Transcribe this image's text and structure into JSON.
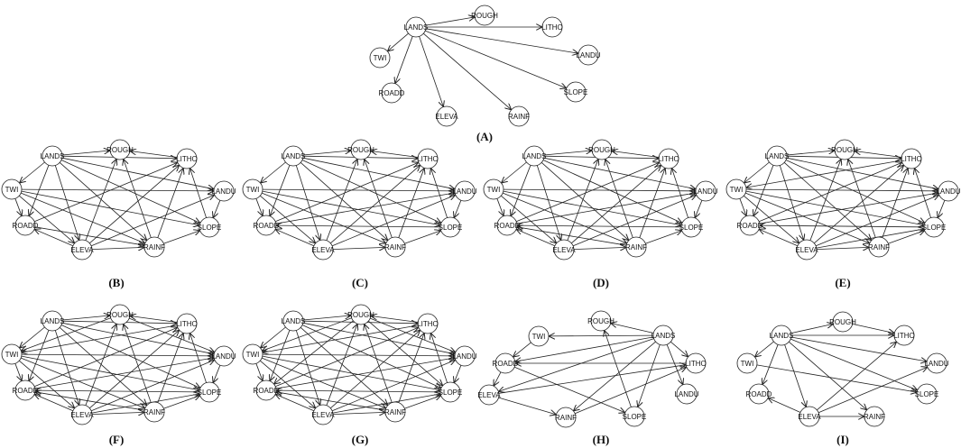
{
  "nodes": {
    "LANDS": "LANDS",
    "ROUGH": "ROUGH",
    "LITHO": "LITHO",
    "TWI": "TWI",
    "LANDU": "LANDU",
    "ROADD": "ROADD",
    "SLOPE": "SLOPE",
    "ELEVA": "ELEVA",
    "RAINF": "RAINF"
  },
  "panels": [
    {
      "id": "A",
      "label": "(A)",
      "edges": [
        [
          "LANDS",
          "ROUGH"
        ],
        [
          "LANDS",
          "LITHO"
        ],
        [
          "LANDS",
          "TWI"
        ],
        [
          "LANDS",
          "LANDU"
        ],
        [
          "LANDS",
          "ROADD"
        ],
        [
          "LANDS",
          "ELEVA"
        ],
        [
          "LANDS",
          "RAINF"
        ],
        [
          "LANDS",
          "SLOPE"
        ]
      ]
    },
    {
      "id": "B",
      "label": "(B)",
      "edges": [
        [
          "LANDS",
          "ROUGH"
        ],
        [
          "LITHO",
          "ROUGH"
        ],
        [
          "LANDS",
          "LITHO"
        ],
        [
          "LANDS",
          "TWI"
        ],
        [
          "LANDS",
          "LANDU"
        ],
        [
          "LANDS",
          "ROADD"
        ],
        [
          "LANDS",
          "ELEVA"
        ],
        [
          "LANDS",
          "RAINF"
        ],
        [
          "LANDS",
          "SLOPE"
        ],
        [
          "TWI",
          "ROADD"
        ],
        [
          "TWI",
          "LANDU"
        ],
        [
          "TWI",
          "ELEVA"
        ],
        [
          "TWI",
          "RAINF"
        ],
        [
          "TWI",
          "SLOPE"
        ],
        [
          "ROADD",
          "LITHO"
        ],
        [
          "ELEVA",
          "ROADD"
        ],
        [
          "ELEVA",
          "LITHO"
        ],
        [
          "RAINF",
          "ROUGH"
        ],
        [
          "RAINF",
          "LITHO"
        ],
        [
          "ELEVA",
          "ROUGH"
        ],
        [
          "SLOPE",
          "LITHO"
        ],
        [
          "LANDU",
          "SLOPE"
        ],
        [
          "RAINF",
          "SLOPE"
        ],
        [
          "ELEVA",
          "LANDU"
        ],
        [
          "ELEVA",
          "RAINF"
        ],
        [
          "ROADD",
          "RAINF"
        ]
      ]
    },
    {
      "id": "C",
      "label": "(C)",
      "edges": [
        [
          "LANDS",
          "ROUGH"
        ],
        [
          "LITHO",
          "ROUGH"
        ],
        [
          "LANDS",
          "LITHO"
        ],
        [
          "LANDS",
          "TWI"
        ],
        [
          "LANDS",
          "LANDU"
        ],
        [
          "LANDS",
          "ROADD"
        ],
        [
          "LANDS",
          "ELEVA"
        ],
        [
          "LANDS",
          "RAINF"
        ],
        [
          "LANDS",
          "SLOPE"
        ],
        [
          "TWI",
          "ROADD"
        ],
        [
          "TWI",
          "LANDU"
        ],
        [
          "TWI",
          "ELEVA"
        ],
        [
          "TWI",
          "RAINF"
        ],
        [
          "TWI",
          "SLOPE"
        ],
        [
          "ROADD",
          "LITHO"
        ],
        [
          "ELEVA",
          "ROADD"
        ],
        [
          "ELEVA",
          "LITHO"
        ],
        [
          "RAINF",
          "ROUGH"
        ],
        [
          "RAINF",
          "LITHO"
        ],
        [
          "ELEVA",
          "ROUGH"
        ],
        [
          "SLOPE",
          "LITHO"
        ],
        [
          "LANDU",
          "SLOPE"
        ],
        [
          "RAINF",
          "SLOPE"
        ],
        [
          "ELEVA",
          "LANDU"
        ],
        [
          "SLOPE",
          "ROADD"
        ],
        [
          "ROADD",
          "LANDU"
        ],
        [
          "ELEVA",
          "RAINF"
        ]
      ]
    },
    {
      "id": "D",
      "label": "(D)",
      "edges": [
        [
          "LANDS",
          "ROUGH"
        ],
        [
          "LITHO",
          "ROUGH"
        ],
        [
          "LANDS",
          "LITHO"
        ],
        [
          "LANDS",
          "TWI"
        ],
        [
          "LANDS",
          "LANDU"
        ],
        [
          "LANDS",
          "ROADD"
        ],
        [
          "LANDS",
          "ELEVA"
        ],
        [
          "LANDS",
          "RAINF"
        ],
        [
          "LANDS",
          "SLOPE"
        ],
        [
          "TWI",
          "ROADD"
        ],
        [
          "TWI",
          "LANDU"
        ],
        [
          "TWI",
          "ELEVA"
        ],
        [
          "TWI",
          "RAINF"
        ],
        [
          "TWI",
          "SLOPE"
        ],
        [
          "ROADD",
          "LITHO"
        ],
        [
          "ELEVA",
          "ROADD"
        ],
        [
          "ELEVA",
          "LITHO"
        ],
        [
          "RAINF",
          "ROUGH"
        ],
        [
          "RAINF",
          "LITHO"
        ],
        [
          "ELEVA",
          "ROUGH"
        ],
        [
          "SLOPE",
          "LITHO"
        ],
        [
          "LANDU",
          "SLOPE"
        ],
        [
          "RAINF",
          "SLOPE"
        ],
        [
          "ELEVA",
          "LANDU"
        ],
        [
          "SLOPE",
          "ROADD"
        ],
        [
          "ROADD",
          "LANDU"
        ],
        [
          "ELEVA",
          "RAINF"
        ],
        [
          "RAINF",
          "ROADD"
        ]
      ]
    },
    {
      "id": "E",
      "label": "(E)",
      "edges": [
        [
          "LANDS",
          "ROUGH"
        ],
        [
          "LITHO",
          "ROUGH"
        ],
        [
          "LANDS",
          "LITHO"
        ],
        [
          "LANDS",
          "TWI"
        ],
        [
          "LANDS",
          "LANDU"
        ],
        [
          "LANDS",
          "ROADD"
        ],
        [
          "LANDS",
          "ELEVA"
        ],
        [
          "LANDS",
          "RAINF"
        ],
        [
          "LANDS",
          "SLOPE"
        ],
        [
          "LITHO",
          "TWI"
        ],
        [
          "TWI",
          "ROADD"
        ],
        [
          "TWI",
          "LANDU"
        ],
        [
          "TWI",
          "ELEVA"
        ],
        [
          "TWI",
          "RAINF"
        ],
        [
          "TWI",
          "SLOPE"
        ],
        [
          "ROADD",
          "LITHO"
        ],
        [
          "ELEVA",
          "ROADD"
        ],
        [
          "ELEVA",
          "LITHO"
        ],
        [
          "RAINF",
          "ROUGH"
        ],
        [
          "RAINF",
          "LITHO"
        ],
        [
          "ELEVA",
          "ROUGH"
        ],
        [
          "SLOPE",
          "LITHO"
        ],
        [
          "LANDU",
          "SLOPE"
        ],
        [
          "RAINF",
          "SLOPE"
        ],
        [
          "ELEVA",
          "LANDU"
        ],
        [
          "SLOPE",
          "ROADD"
        ],
        [
          "ROADD",
          "LANDU"
        ],
        [
          "ELEVA",
          "RAINF"
        ],
        [
          "ELEVA",
          "SLOPE"
        ]
      ]
    },
    {
      "id": "F",
      "label": "(F)",
      "edges": [
        [
          "LANDS",
          "ROUGH"
        ],
        [
          "LITHO",
          "ROUGH"
        ],
        [
          "LANDS",
          "LITHO"
        ],
        [
          "LANDS",
          "TWI"
        ],
        [
          "LANDS",
          "LANDU"
        ],
        [
          "LANDS",
          "ROADD"
        ],
        [
          "LANDS",
          "ELEVA"
        ],
        [
          "LANDS",
          "RAINF"
        ],
        [
          "LANDS",
          "SLOPE"
        ],
        [
          "ROUGH",
          "TWI"
        ],
        [
          "ROUGH",
          "LANDU"
        ],
        [
          "LITHO",
          "TWI"
        ],
        [
          "TWI",
          "ROADD"
        ],
        [
          "TWI",
          "LANDU"
        ],
        [
          "TWI",
          "ELEVA"
        ],
        [
          "TWI",
          "RAINF"
        ],
        [
          "TWI",
          "SLOPE"
        ],
        [
          "ROADD",
          "LITHO"
        ],
        [
          "ELEVA",
          "ROADD"
        ],
        [
          "ELEVA",
          "LITHO"
        ],
        [
          "RAINF",
          "ROUGH"
        ],
        [
          "RAINF",
          "LITHO"
        ],
        [
          "ELEVA",
          "ROUGH"
        ],
        [
          "SLOPE",
          "LITHO"
        ],
        [
          "LANDU",
          "SLOPE"
        ],
        [
          "RAINF",
          "SLOPE"
        ],
        [
          "ELEVA",
          "LANDU"
        ],
        [
          "SLOPE",
          "ROADD"
        ],
        [
          "ROADD",
          "LANDU"
        ],
        [
          "ELEVA",
          "RAINF"
        ],
        [
          "ELEVA",
          "SLOPE"
        ],
        [
          "RAINF",
          "ROADD"
        ]
      ]
    },
    {
      "id": "G",
      "label": "(G)",
      "edges": [
        [
          "LANDS",
          "ROUGH"
        ],
        [
          "LITHO",
          "ROUGH"
        ],
        [
          "LANDS",
          "LITHO"
        ],
        [
          "LANDS",
          "TWI"
        ],
        [
          "LANDS",
          "LANDU"
        ],
        [
          "LANDS",
          "ROADD"
        ],
        [
          "LANDS",
          "ELEVA"
        ],
        [
          "LANDS",
          "RAINF"
        ],
        [
          "LANDS",
          "SLOPE"
        ],
        [
          "ROUGH",
          "TWI"
        ],
        [
          "ROUGH",
          "LANDU"
        ],
        [
          "ROUGH",
          "ROADD"
        ],
        [
          "ROUGH",
          "SLOPE"
        ],
        [
          "LITHO",
          "TWI"
        ],
        [
          "TWI",
          "ROADD"
        ],
        [
          "TWI",
          "LANDU"
        ],
        [
          "TWI",
          "ELEVA"
        ],
        [
          "TWI",
          "RAINF"
        ],
        [
          "TWI",
          "SLOPE"
        ],
        [
          "ROADD",
          "LITHO"
        ],
        [
          "ELEVA",
          "ROADD"
        ],
        [
          "ELEVA",
          "LITHO"
        ],
        [
          "RAINF",
          "ROUGH"
        ],
        [
          "RAINF",
          "LITHO"
        ],
        [
          "ELEVA",
          "ROUGH"
        ],
        [
          "SLOPE",
          "LITHO"
        ],
        [
          "LANDU",
          "SLOPE"
        ],
        [
          "RAINF",
          "SLOPE"
        ],
        [
          "ELEVA",
          "LANDU"
        ],
        [
          "SLOPE",
          "ROADD"
        ],
        [
          "ROADD",
          "LANDU"
        ],
        [
          "ELEVA",
          "RAINF"
        ],
        [
          "ELEVA",
          "SLOPE"
        ],
        [
          "RAINF",
          "ROADD"
        ]
      ]
    },
    {
      "id": "H",
      "label": "(H)",
      "edges": [
        [
          "LANDS",
          "ROUGH"
        ],
        [
          "LANDS",
          "TWI"
        ],
        [
          "LANDS",
          "LITHO"
        ],
        [
          "LANDS",
          "LANDU"
        ],
        [
          "LANDS",
          "ROADD"
        ],
        [
          "LANDS",
          "ELEVA"
        ],
        [
          "LANDS",
          "RAINF"
        ],
        [
          "LANDS",
          "SLOPE"
        ],
        [
          "TWI",
          "ROADD"
        ],
        [
          "LITHO",
          "ROADD"
        ],
        [
          "ROADD",
          "ELEVA"
        ],
        [
          "ELEVA",
          "RAINF"
        ],
        [
          "ELEVA",
          "LITHO"
        ],
        [
          "RAINF",
          "LITHO"
        ],
        [
          "SLOPE",
          "ROUGH"
        ],
        [
          "ROADD",
          "SLOPE"
        ]
      ]
    },
    {
      "id": "I",
      "label": "(I)",
      "edges": [
        [
          "LANDS",
          "ROUGH"
        ],
        [
          "LANDS",
          "LITHO"
        ],
        [
          "LANDS",
          "TWI"
        ],
        [
          "LANDS",
          "LANDU"
        ],
        [
          "LANDS",
          "ROADD"
        ],
        [
          "LANDS",
          "ELEVA"
        ],
        [
          "LANDS",
          "RAINF"
        ],
        [
          "LANDS",
          "SLOPE"
        ],
        [
          "TWI",
          "SLOPE"
        ],
        [
          "ELEVA",
          "ROADD"
        ],
        [
          "ELEVA",
          "RAINF"
        ],
        [
          "ELEVA",
          "LANDU"
        ],
        [
          "ELEVA",
          "LITHO"
        ],
        [
          "ROUGH",
          "LITHO"
        ]
      ]
    }
  ]
}
